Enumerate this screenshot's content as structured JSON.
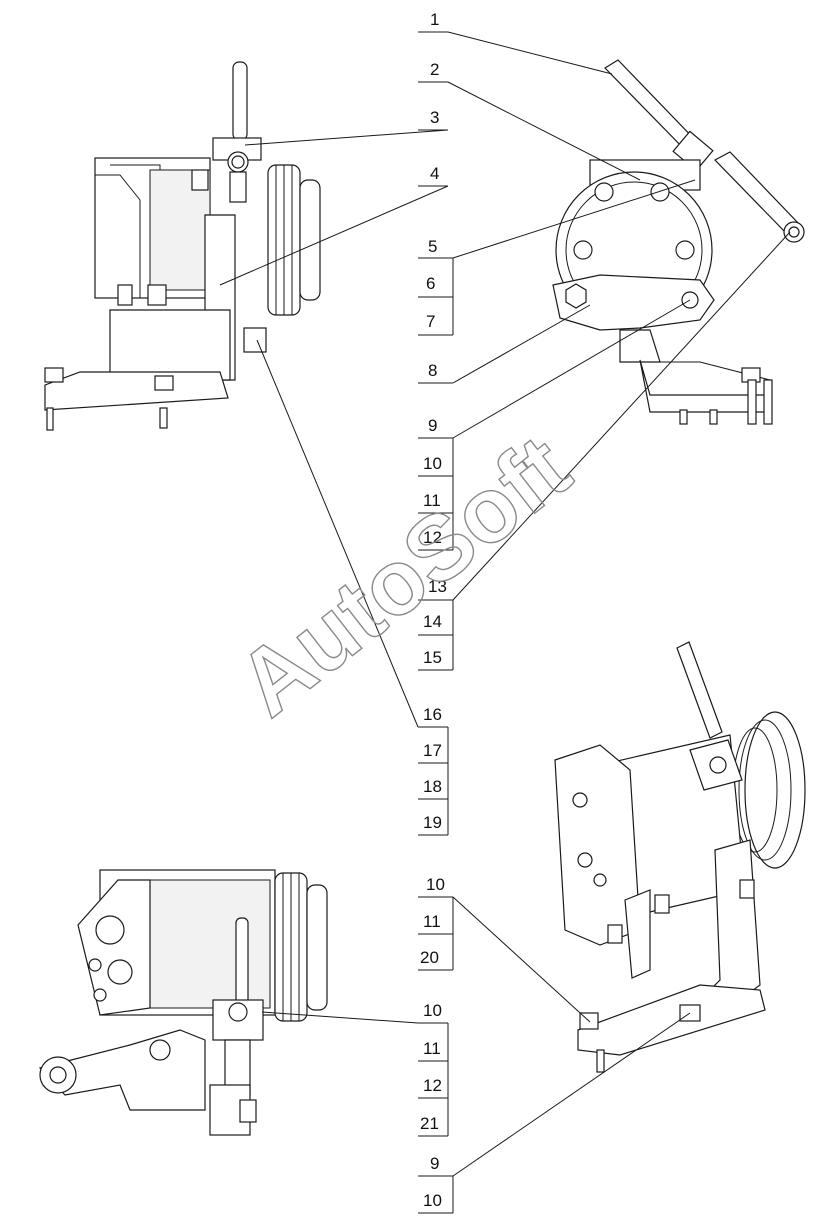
{
  "watermark": "AutoSoft",
  "callouts": {
    "c1": "1",
    "c2": "2",
    "c3": "3",
    "c4": "4",
    "c5": "5",
    "c6": "6",
    "c7": "7",
    "c8": "8",
    "c9a": "9",
    "c10a": "10",
    "c11a": "11",
    "c12a": "12",
    "c13": "13",
    "c14": "14",
    "c15": "15",
    "c16": "16",
    "c17": "17",
    "c18": "18",
    "c19": "19",
    "c10b": "10",
    "c11b": "11",
    "c20": "20",
    "c10c": "10",
    "c11c": "11",
    "c12c": "12",
    "c21": "21",
    "c9b": "9",
    "c10d": "10"
  }
}
